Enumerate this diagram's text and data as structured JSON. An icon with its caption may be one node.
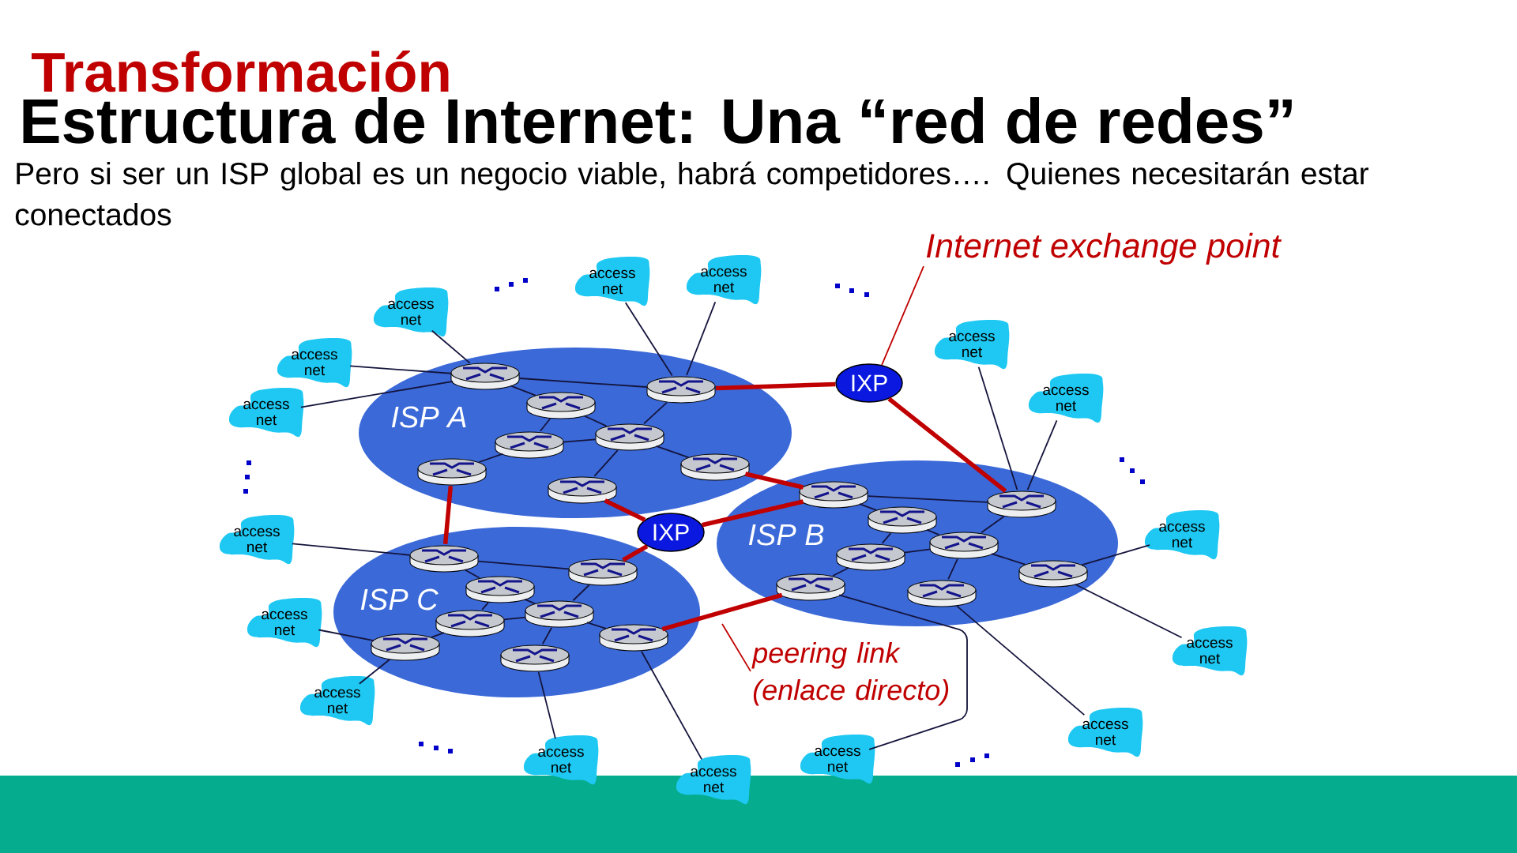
{
  "diagram": {
    "title": "Estructura de Internet: Una “red de redes”",
    "nodes": [
      {
        "text": [
          "ISP A"
        ]
      },
      {
        "text": [],
        "shape": "cylinder",
        "in": 0
      },
      {
        "text": [],
        "shape": "cylinder",
        "in": 0
      },
      {
        "text": [],
        "shape": "cylinder",
        "in": 0
      },
      {
        "text": [],
        "shape": "cylinder",
        "in": 0
      },
      {
        "text": [],
        "shape": "cylinder",
        "in": 0
      },
      {
        "text": [],
        "shape": "cylinder",
        "in": 0
      },
      {
        "text": [],
        "shape": "cylinder",
        "in": 0
      },
      {
        "text": [],
        "shape": "cylinder",
        "in": 0
      },
      {
        "text": [
          "ISP B"
        ]
      },
      {
        "text": [],
        "shape": "cylinder",
        "in": 9
      },
      {
        "text": [],
        "shape": "cylinder",
        "in": 9
      },
      {
        "text": [],
        "shape": "cylinder",
        "in": 9
      },
      {
        "text": [],
        "shape": "cylinder",
        "in": 9
      },
      {
        "text": [],
        "shape": "cylinder",
        "in": 9
      },
      {
        "text": [],
        "shape": "cylinder",
        "in": 9
      },
      {
        "text": [],
        "shape": "cylinder",
        "in": 9
      },
      {
        "text": [],
        "shape": "cylinder",
        "in": 9
      },
      {
        "text": [
          "ISP C"
        ]
      },
      {
        "text": [],
        "shape": "cylinder",
        "in": 18
      },
      {
        "text": [],
        "shape": "cylinder",
        "in": 18
      },
      {
        "text": [],
        "shape": "cylinder",
        "in": 18
      },
      {
        "text": [],
        "shape": "cylinder",
        "in": 18
      },
      {
        "text": [],
        "shape": "cylinder",
        "in": 18
      },
      {
        "text": [],
        "shape": "cylinder",
        "in": 18
      },
      {
        "text": [],
        "shape": "cylinder",
        "in": 18
      },
      {
        "text": [],
        "shape": "cylinder",
        "in": 18
      },
      {
        "text": [
          "IXP"
        ]
      },
      {
        "text": [
          "IXP"
        ]
      },
      {
        "text": [
          "access net"
        ]
      },
      {
        "text": [
          "access net"
        ]
      },
      {
        "text": [
          "access net"
        ]
      },
      {
        "text": [
          "access net"
        ]
      },
      {
        "text": [
          "access net"
        ]
      },
      {
        "text": [
          "access net"
        ]
      },
      {
        "text": [
          "access net"
        ]
      },
      {
        "text": [
          "access net"
        ]
      },
      {
        "text": [
          "access net"
        ]
      },
      {
        "text": [
          "access net"
        ]
      },
      {
        "text": [
          "access net"
        ]
      },
      {
        "text": [
          "access net"
        ]
      },
      {
        "text": [
          "access net"
        ]
      },
      {
        "text": [
          "access net"
        ]
      },
      {
        "text": [
          "access net"
        ]
      },
      {
        "text": [
          "access net"
        ]
      },
      {
        "text": [
          "Internet exchange point"
        ]
      },
      {
        "text": [
          "peering link (enlace directo)"
        ]
      }
    ],
    "edges": [
      {
        "from": 1,
        "to": 2,
        "arrow": "none"
      },
      {
        "from": 1,
        "to": 3,
        "arrow": "none"
      },
      {
        "from": 3,
        "to": 4,
        "arrow": "none"
      },
      {
        "from": 3,
        "to": 5,
        "arrow": "none"
      },
      {
        "from": 5,
        "to": 6,
        "arrow": "none"
      },
      {
        "from": 5,
        "to": 4,
        "arrow": "none"
      },
      {
        "from": 4,
        "to": 2,
        "arrow": "none"
      },
      {
        "from": 4,
        "to": 7,
        "arrow": "none"
      },
      {
        "from": 4,
        "to": 8,
        "arrow": "none"
      },
      {
        "from": 10,
        "to": 11,
        "arrow": "none"
      },
      {
        "from": 10,
        "to": 12,
        "arrow": "none"
      },
      {
        "from": 12,
        "to": 13,
        "arrow": "none"
      },
      {
        "from": 12,
        "to": 14,
        "arrow": "none"
      },
      {
        "from": 14,
        "to": 15,
        "arrow": "none"
      },
      {
        "from": 14,
        "to": 13,
        "arrow": "none"
      },
      {
        "from": 13,
        "to": 11,
        "arrow": "none"
      },
      {
        "from": 13,
        "to": 16,
        "arrow": "none"
      },
      {
        "from": 13,
        "to": 17,
        "arrow": "none"
      },
      {
        "from": 19,
        "to": 20,
        "arrow": "none"
      },
      {
        "from": 19,
        "to": 21,
        "arrow": "none"
      },
      {
        "from": 21,
        "to": 22,
        "arrow": "none"
      },
      {
        "from": 21,
        "to": 23,
        "arrow": "none"
      },
      {
        "from": 23,
        "to": 24,
        "arrow": "none"
      },
      {
        "from": 23,
        "to": 22,
        "arrow": "none"
      },
      {
        "from": 22,
        "to": 20,
        "arrow": "none"
      },
      {
        "from": 22,
        "to": 25,
        "arrow": "none"
      },
      {
        "from": 22,
        "to": 26,
        "arrow": "none"
      },
      {
        "from": 29,
        "to": 1,
        "arrow": "none"
      },
      {
        "from": 30,
        "to": 1,
        "arrow": "none"
      },
      {
        "from": 31,
        "to": 1,
        "arrow": "none"
      },
      {
        "from": 32,
        "to": 2,
        "arrow": "none"
      },
      {
        "from": 33,
        "to": 2,
        "arrow": "none"
      },
      {
        "from": 34,
        "to": 11,
        "arrow": "none"
      },
      {
        "from": 35,
        "to": 11,
        "arrow": "none"
      },
      {
        "from": 36,
        "to": 16,
        "arrow": "none"
      },
      {
        "from": 37,
        "to": 16,
        "arrow": "none"
      },
      {
        "from": 38,
        "to": 17,
        "arrow": "none"
      },
      {
        "from": 39,
        "to": 15,
        "arrow": "none"
      },
      {
        "from": 40,
        "to": 25,
        "arrow": "none"
      },
      {
        "from": 41,
        "to": 26,
        "arrow": "none"
      },
      {
        "from": 42,
        "to": 24,
        "arrow": "none"
      },
      {
        "from": 43,
        "to": 24,
        "arrow": "none"
      },
      {
        "from": 44,
        "to": 19,
        "arrow": "none"
      },
      {
        "from": 2,
        "to": 27,
        "arrow": "none",
        "style": "thick",
        "color": "#c00000"
      },
      {
        "from": 27,
        "to": 11,
        "arrow": "none",
        "style": "thick",
        "color": "#c00000"
      },
      {
        "from": 6,
        "to": 19,
        "arrow": "none",
        "style": "thick",
        "color": "#c00000"
      },
      {
        "from": 8,
        "to": 28,
        "arrow": "none",
        "style": "thick",
        "color": "#c00000"
      },
      {
        "from": 7,
        "to": 10,
        "arrow": "none",
        "style": "thick",
        "color": "#c00000"
      },
      {
        "from": 28,
        "to": 10,
        "arrow": "none",
        "style": "thick",
        "color": "#c00000"
      },
      {
        "from": 28,
        "to": 20,
        "arrow": "none",
        "style": "thick",
        "color": "#c00000"
      },
      {
        "from": 25,
        "to": 15,
        "arrow": "none",
        "style": "thick",
        "color": "#c00000"
      },
      {
        "from": 45,
        "to": 27,
        "arrow": "none",
        "color": "#c00000"
      },
      {
        "from": 46,
        "to": null,
        "arrow": "none",
        "color": "#c00000"
      }
    ],
    "labels": [
      "Transformación",
      "Pero si ser un ISP global es un negocio viable, habrá competidores…. Quienes necesitarán estar conectados"
    ]
  }
}
